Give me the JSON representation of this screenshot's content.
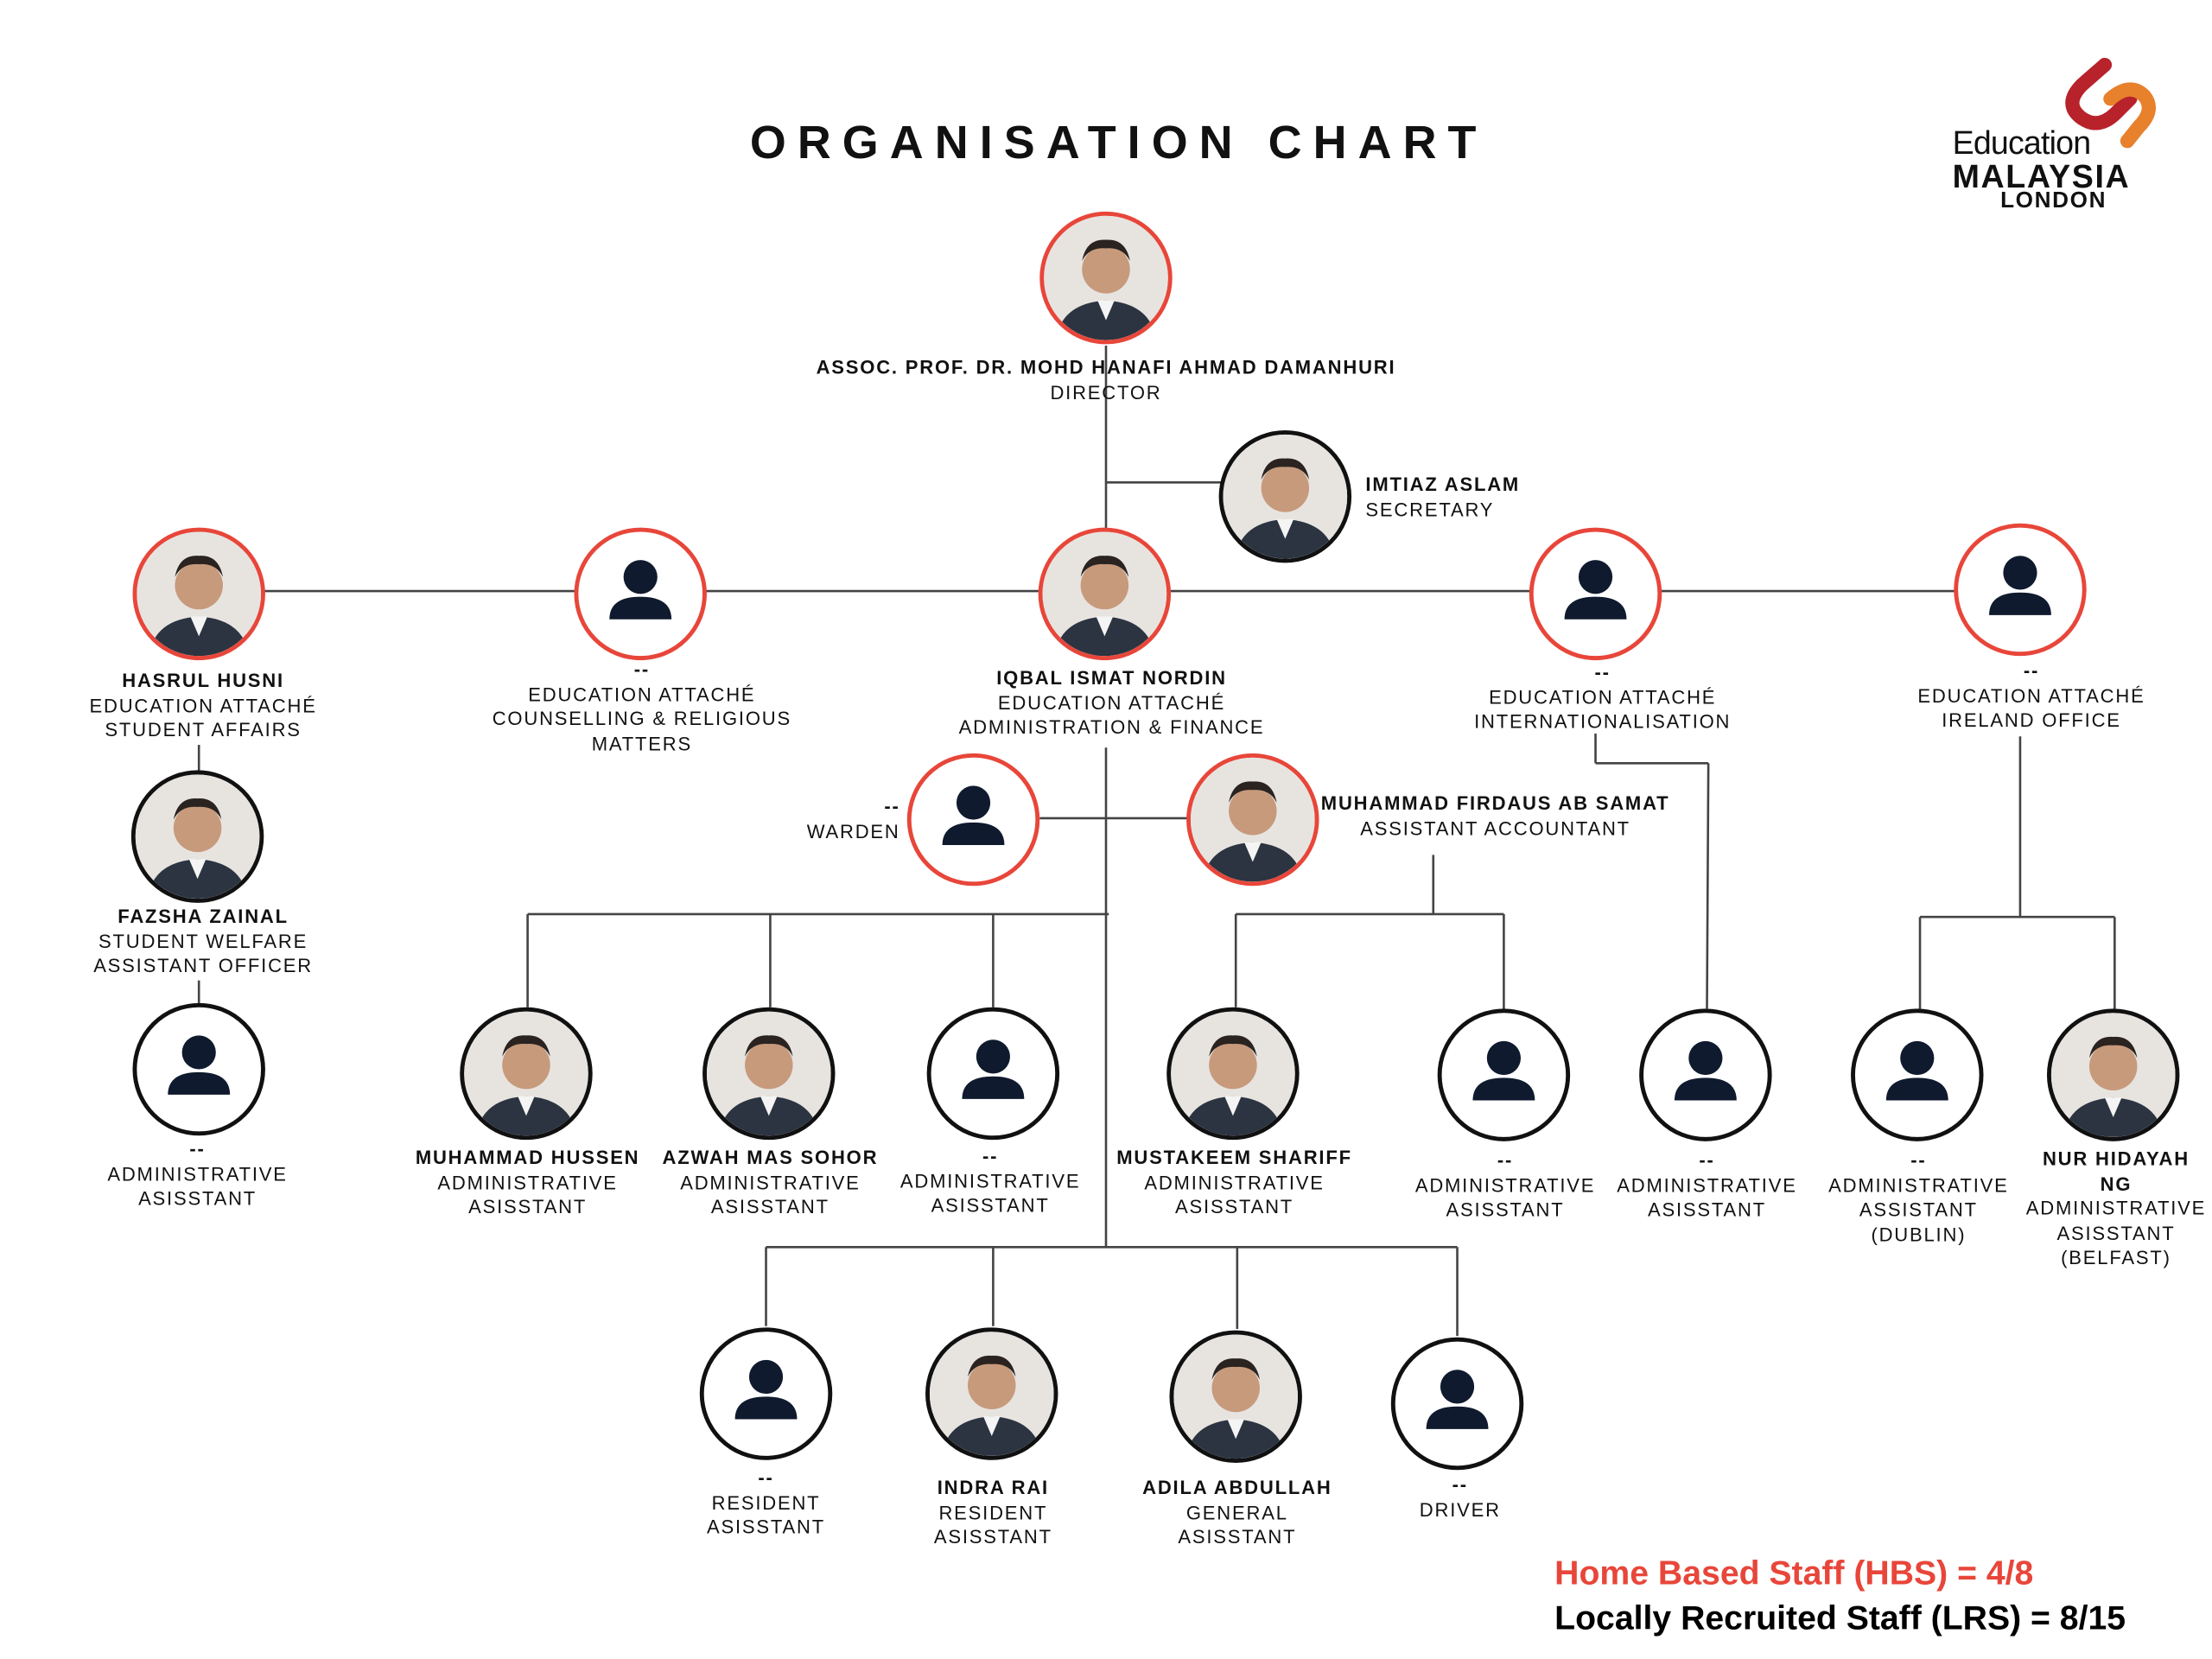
{
  "title": "ORGANISATION CHART",
  "logo": {
    "line1": "Education",
    "line2": "MALAYSIA",
    "line3": "LONDON",
    "colors": {
      "red": "#b8222b",
      "orange": "#e8812c"
    }
  },
  "colors": {
    "accent_red": "#e8463a",
    "vacant_icon": "#0f1a2e"
  },
  "staff": [
    {
      "name": "ASSOC. PROF. DR. MOHD HANAFI AHMAD DAMANHURI",
      "role": [
        "DIRECTOR"
      ],
      "photo": true,
      "border": "red"
    },
    {
      "name": "IMTIAZ ASLAM",
      "role": [
        "SECRETARY"
      ],
      "photo": true,
      "border": "black"
    },
    {
      "name": "HASRUL HUSNI",
      "role": [
        "EDUCATION ATTACHÉ",
        "STUDENT AFFAIRS"
      ],
      "photo": true,
      "border": "red"
    },
    {
      "name": "--",
      "role": [
        "EDUCATION ATTACHÉ",
        "COUNSELLING & RELIGIOUS",
        "MATTERS"
      ],
      "photo": false,
      "border": "red"
    },
    {
      "name": "IQBAL ISMAT NORDIN",
      "role": [
        "EDUCATION ATTACHÉ",
        "ADMINISTRATION & FINANCE"
      ],
      "photo": true,
      "border": "red"
    },
    {
      "name": "--",
      "role": [
        "EDUCATION ATTACHÉ",
        "INTERNATIONALISATION"
      ],
      "photo": false,
      "border": "red"
    },
    {
      "name": "--",
      "role": [
        "EDUCATION ATTACHÉ",
        "IRELAND OFFICE"
      ],
      "photo": false,
      "border": "red"
    },
    {
      "name": "FAZSHA ZAINAL",
      "role": [
        "STUDENT WELFARE",
        "ASSISTANT OFFICER"
      ],
      "photo": true,
      "border": "black"
    },
    {
      "name": "--",
      "role": [
        "WARDEN"
      ],
      "photo": false,
      "border": "red"
    },
    {
      "name": "MUHAMMAD FIRDAUS AB SAMAT",
      "role": [
        "ASSISTANT ACCOUNTANT"
      ],
      "photo": true,
      "border": "red"
    },
    {
      "name": "--",
      "role": [
        "ADMINISTRATIVE",
        "ASISSTANT"
      ],
      "photo": false,
      "border": "black"
    },
    {
      "name": "MUHAMMAD HUSSEN",
      "role": [
        "ADMINISTRATIVE",
        "ASISSTANT"
      ],
      "photo": true,
      "border": "black"
    },
    {
      "name": "AZWAH MAS SOHOR",
      "role": [
        "ADMINISTRATIVE",
        "ASISSTANT"
      ],
      "photo": true,
      "border": "black"
    },
    {
      "name": "--",
      "role": [
        "ADMINISTRATIVE",
        "ASISSTANT"
      ],
      "photo": false,
      "border": "black"
    },
    {
      "name": "MUSTAKEEM SHARIFF",
      "role": [
        "ADMINISTRATIVE",
        "ASISSTANT"
      ],
      "photo": true,
      "border": "black"
    },
    {
      "name": "--",
      "role": [
        "ADMINISTRATIVE",
        "ASISSTANT"
      ],
      "photo": false,
      "border": "black"
    },
    {
      "name": "--",
      "role": [
        "ADMINISTRATIVE",
        "ASISSTANT"
      ],
      "photo": false,
      "border": "black"
    },
    {
      "name": "--",
      "role": [
        "ADMINISTRATIVE",
        "ASSISTANT",
        "(DUBLIN)"
      ],
      "photo": false,
      "border": "black"
    },
    {
      "name": "NUR HIDAYAH NG",
      "role": [
        "ADMINISTRATIVE",
        "ASISSTANT",
        "(BELFAST)"
      ],
      "photo": true,
      "border": "black"
    },
    {
      "name": "--",
      "role": [
        "RESIDENT",
        "ASISSTANT"
      ],
      "photo": false,
      "border": "black"
    },
    {
      "name": "INDRA RAI",
      "role": [
        "RESIDENT",
        "ASISSTANT"
      ],
      "photo": true,
      "border": "black"
    },
    {
      "name": "ADILA ABDULLAH",
      "role": [
        "GENERAL",
        "ASISSTANT"
      ],
      "photo": true,
      "border": "black"
    },
    {
      "name": "--",
      "role": [
        "DRIVER"
      ],
      "photo": false,
      "border": "black"
    }
  ],
  "stats": {
    "hbs": "Home Based Staff (HBS) = 4/8",
    "lrs": "Locally Recruited  Staff (LRS) = 8/15"
  }
}
